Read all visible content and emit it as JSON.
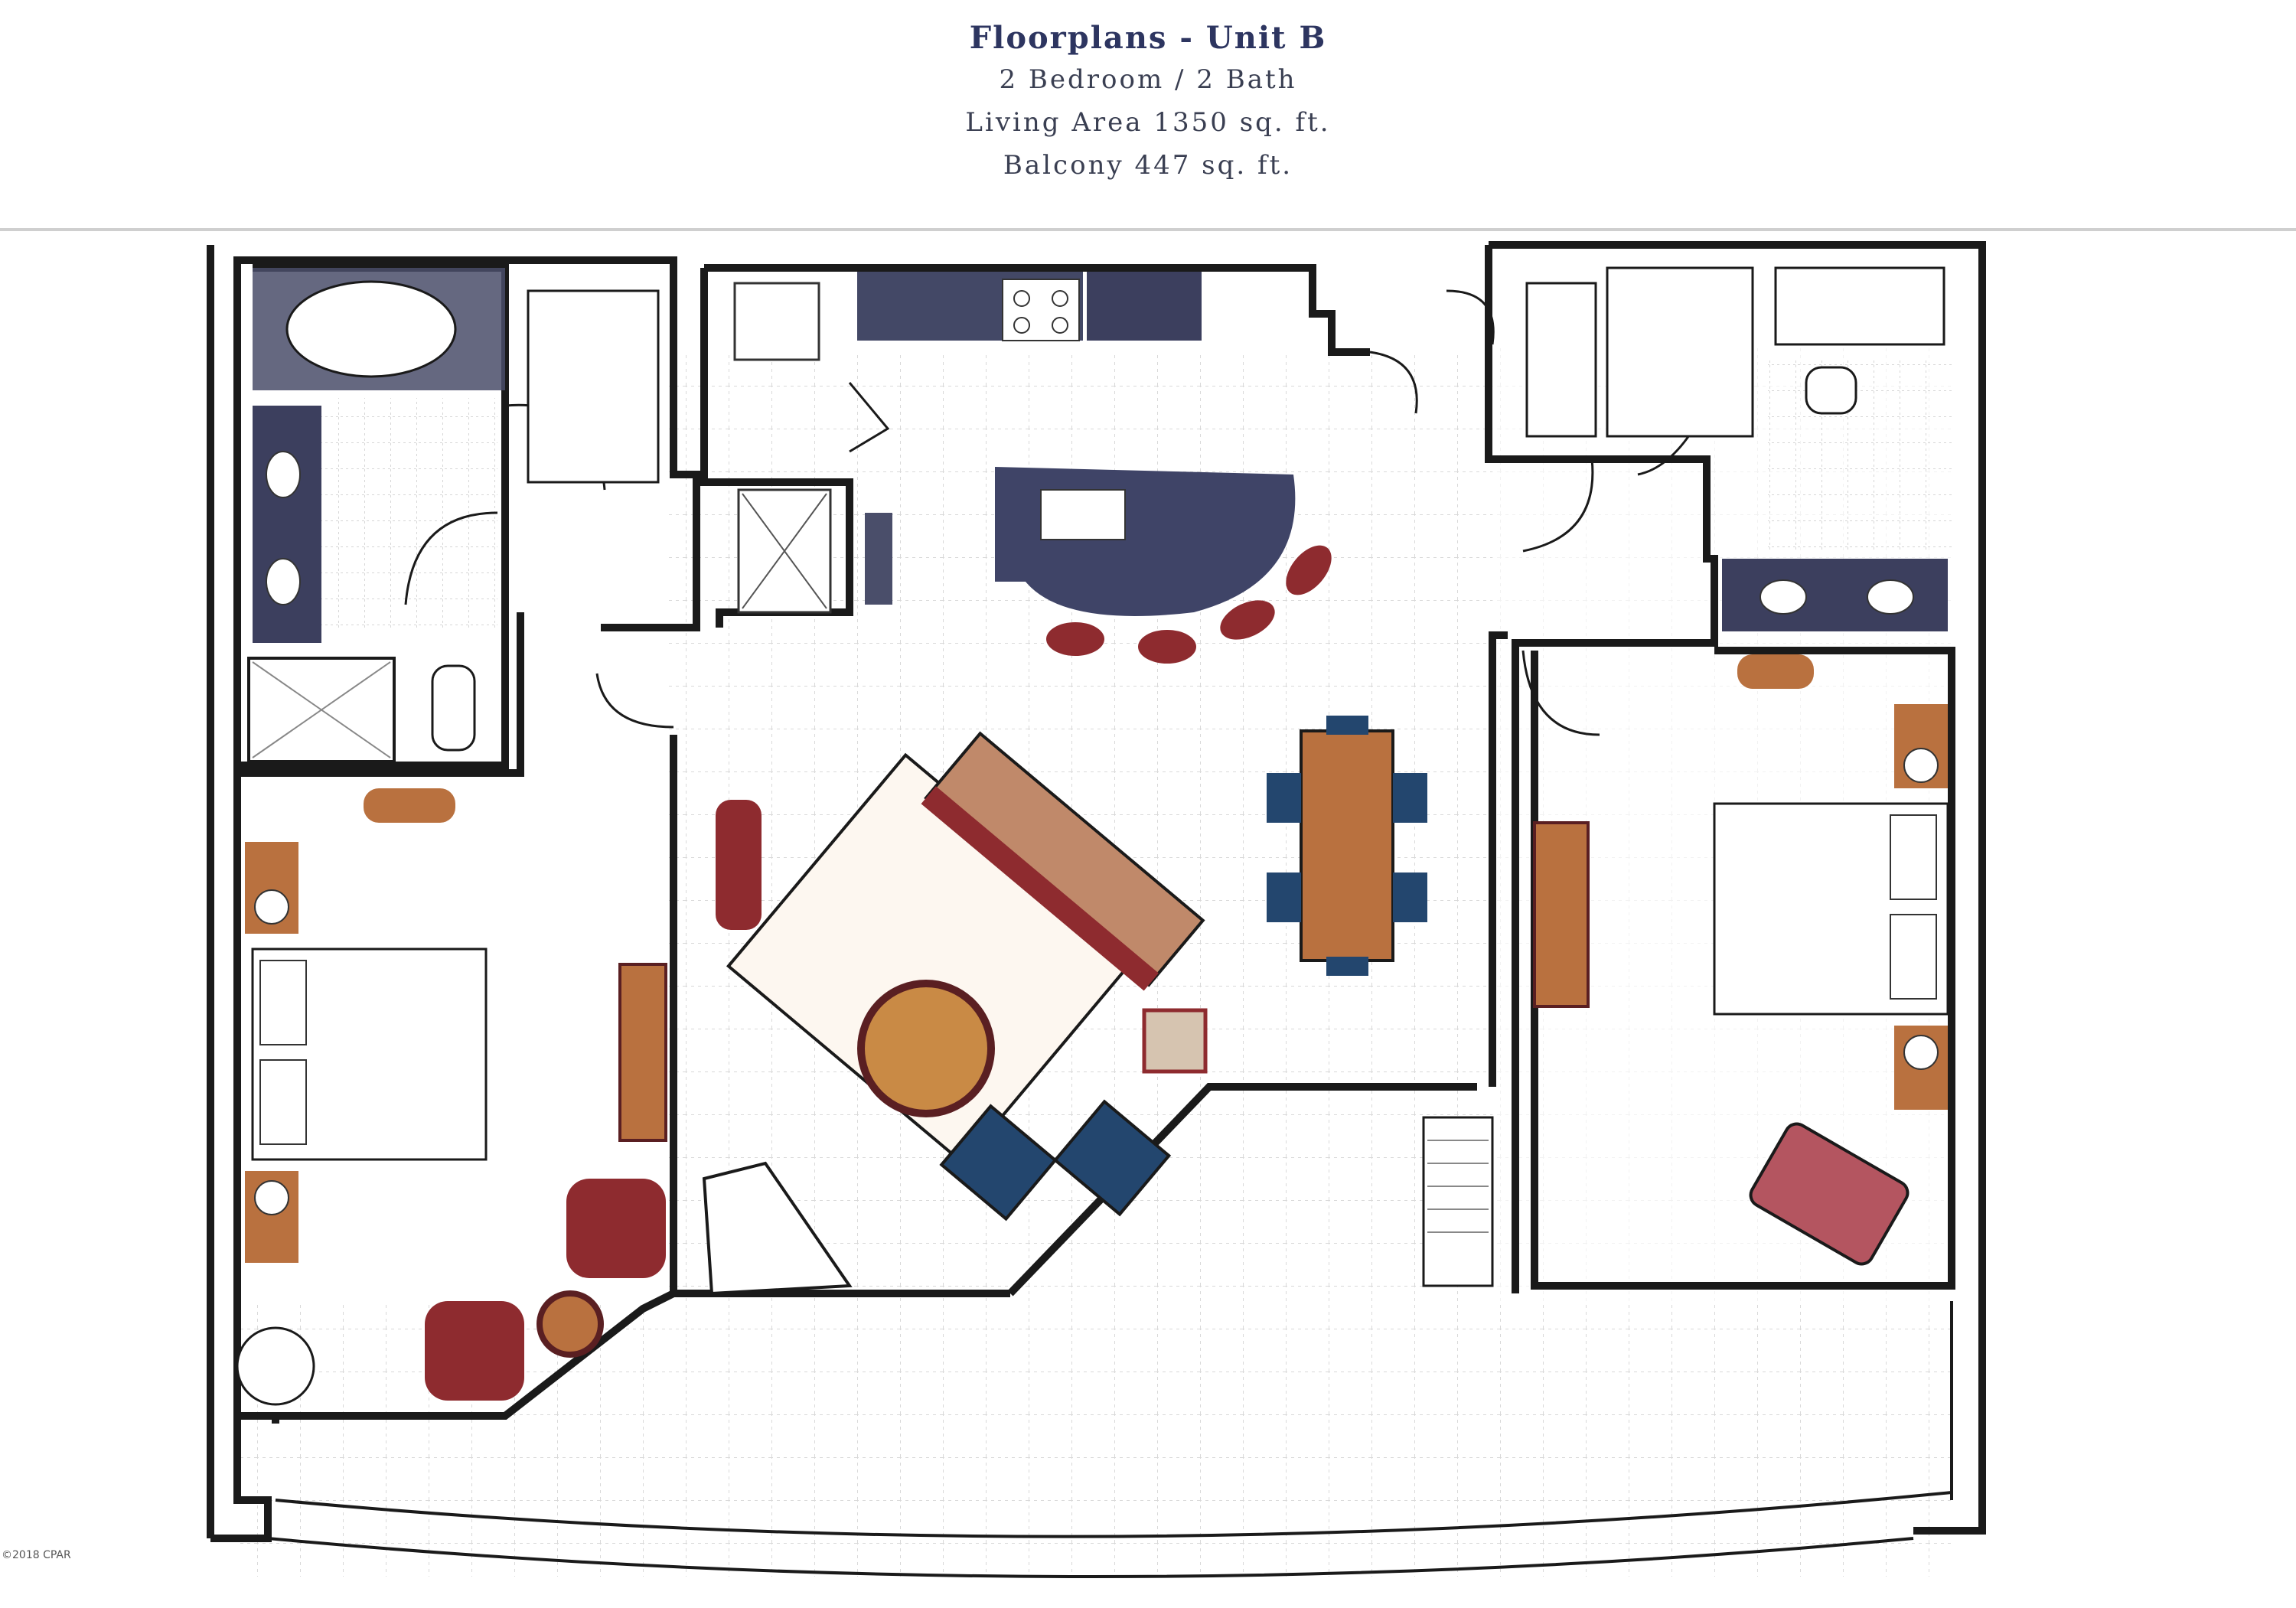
{
  "header": {
    "title": "Floorplans - Unit B",
    "line1": "2 Bedroom / 2 Bath",
    "line2": "Living Area 1350 sq. ft.",
    "line3": "Balcony 447 sq. ft."
  },
  "watermark": "©2018 CPAR",
  "colors": {
    "wall": "#1a1a1a",
    "counter": "#3c3f5e",
    "wood": "#b9713f",
    "red_upholstery": "#8e2b2f",
    "blue_cushion": "#23466e",
    "grid": "#d9d9d9"
  }
}
